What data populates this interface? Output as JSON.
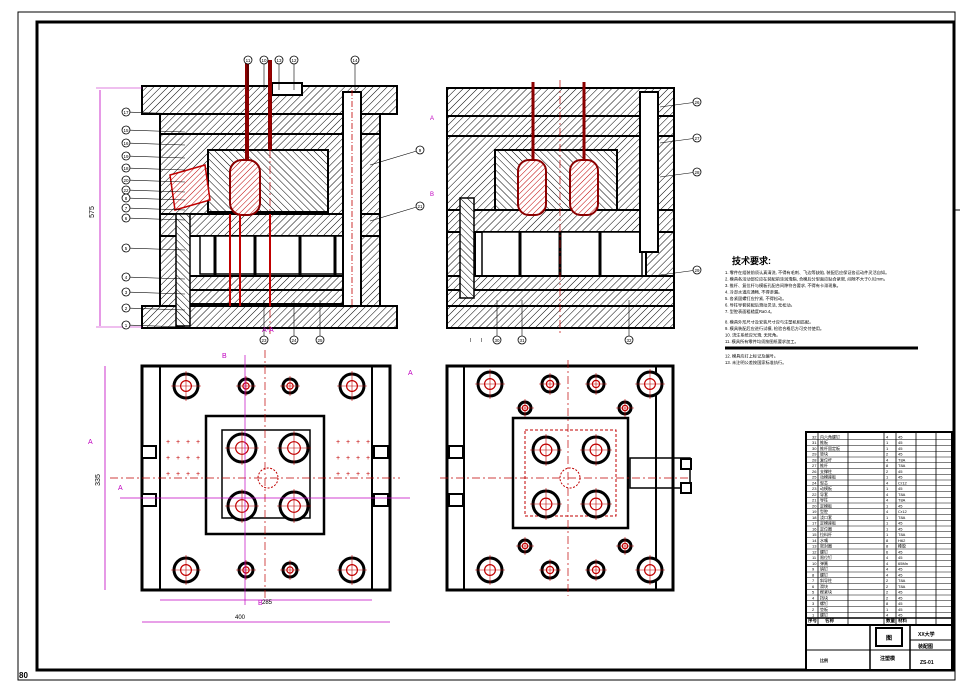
{
  "drawing": {
    "sheet_number": "80",
    "dimensions": {
      "front_height": "575",
      "plan_height": "335",
      "plan_width_inner": "285",
      "plan_width_outer": "400"
    },
    "section_marks": {
      "a_a": "A-A",
      "a": "A",
      "b": "B",
      "b_b": "B-B"
    },
    "front_view_balloons": {
      "top": [
        "11",
        "10",
        "13",
        "12",
        "14"
      ],
      "left": [
        "17",
        "15",
        "16",
        "19",
        "18",
        "20",
        "22",
        "8",
        "7",
        "6",
        "5",
        "4",
        "3",
        "2",
        "1"
      ],
      "right": [
        "9",
        "21"
      ],
      "bottom": [
        "23",
        "24",
        "25"
      ]
    },
    "side_view_balloons": {
      "left_marks": [
        "A",
        "B"
      ],
      "right": [
        "26",
        "27",
        "28",
        "29"
      ],
      "bottom": [
        "I",
        "I",
        "30",
        "31",
        "32"
      ]
    }
  },
  "notes": {
    "title": "技术要求:",
    "lines": [
      "1. 零件在组装前须认真清洗, 不得有毛刺、飞边等缺陷, 装配后应保证各运动件灵活自如。",
      "2. 模具各活动部位应在装配前涂润滑脂, 合模后分型面应贴合紧密, 间隙不大于0.02mm。",
      "3. 推杆、复位杆与模板孔配合间隙符合要求, 不得有卡滞现象。",
      "4. 冷却水道应通畅, 不得渗漏。",
      "5. 各紧固螺钉应拧紧, 不得松动。",
      "6. 导柱导套装配后滑动灵活, 无松动。",
      "7. 型腔表面粗糙度Ra0.4。",
      "8. 模具外形尺寸及安装尺寸应与注塑机相匹配。",
      "9. 模具装配后应进行试模, 检验合格后方可交付使用。",
      "10. 浇注系统应光滑, 无死角。",
      "11. 模具所有零件均须按图纸要求加工。",
      "12. 模具应打上标记及编号。",
      "13. 未注明公差按国家标准执行。"
    ]
  },
  "title_block": {
    "rows": [
      [
        "32",
        "内六角螺钉",
        "4",
        "45"
      ],
      [
        "31",
        "推板",
        "1",
        "45"
      ],
      [
        "30",
        "推杆固定板",
        "1",
        "45"
      ],
      [
        "29",
        "垫块",
        "2",
        "45"
      ],
      [
        "28",
        "复位杆",
        "4",
        "T8A"
      ],
      [
        "27",
        "推杆",
        "8",
        "T8A"
      ],
      [
        "26",
        "支撑柱",
        "2",
        "45"
      ],
      [
        "25",
        "动模座板",
        "1",
        "45"
      ],
      [
        "24",
        "型芯",
        "4",
        "Cr12"
      ],
      [
        "23",
        "动模板",
        "1",
        "45"
      ],
      [
        "22",
        "导套",
        "4",
        "T8A"
      ],
      [
        "21",
        "导柱",
        "4",
        "T8A"
      ],
      [
        "20",
        "定模板",
        "1",
        "45"
      ],
      [
        "19",
        "型腔",
        "4",
        "Cr12"
      ],
      [
        "18",
        "浇口套",
        "1",
        "T8A"
      ],
      [
        "17",
        "定模座板",
        "1",
        "45"
      ],
      [
        "16",
        "定位圈",
        "1",
        "45"
      ],
      [
        "15",
        "拉料杆",
        "1",
        "T8A"
      ],
      [
        "14",
        "水嘴",
        "8",
        "H62"
      ],
      [
        "13",
        "密封圈",
        "8",
        "橡胶"
      ],
      [
        "12",
        "螺钉",
        "6",
        "45"
      ],
      [
        "11",
        "限位钉",
        "4",
        "45"
      ],
      [
        "10",
        "弹簧",
        "4",
        "65Mn"
      ],
      [
        "9",
        "销钉",
        "4",
        "45"
      ],
      [
        "8",
        "螺钉",
        "4",
        "45"
      ],
      [
        "7",
        "斜导柱",
        "2",
        "T8A"
      ],
      [
        "6",
        "滑块",
        "2",
        "T8A"
      ],
      [
        "5",
        "楔紧块",
        "2",
        "45"
      ],
      [
        "4",
        "挡块",
        "2",
        "45"
      ],
      [
        "3",
        "螺钉",
        "8",
        "45"
      ],
      [
        "2",
        "垫板",
        "1",
        "45"
      ],
      [
        "1",
        "螺钉",
        "4",
        "45"
      ]
    ],
    "header_labels": [
      "序号",
      "名称",
      "数量",
      "材料"
    ],
    "drawing_name": "注塑模",
    "assembly_label": "装配图",
    "scale_label": "比例",
    "school": "XX大学",
    "sheet_code": "ZS-01",
    "marker": "图"
  },
  "colors": {
    "frame": "#000000",
    "section_line": "#000000",
    "dimension": "#c000c0",
    "core_red": "#c00000",
    "runner_red": "#8b0000"
  }
}
